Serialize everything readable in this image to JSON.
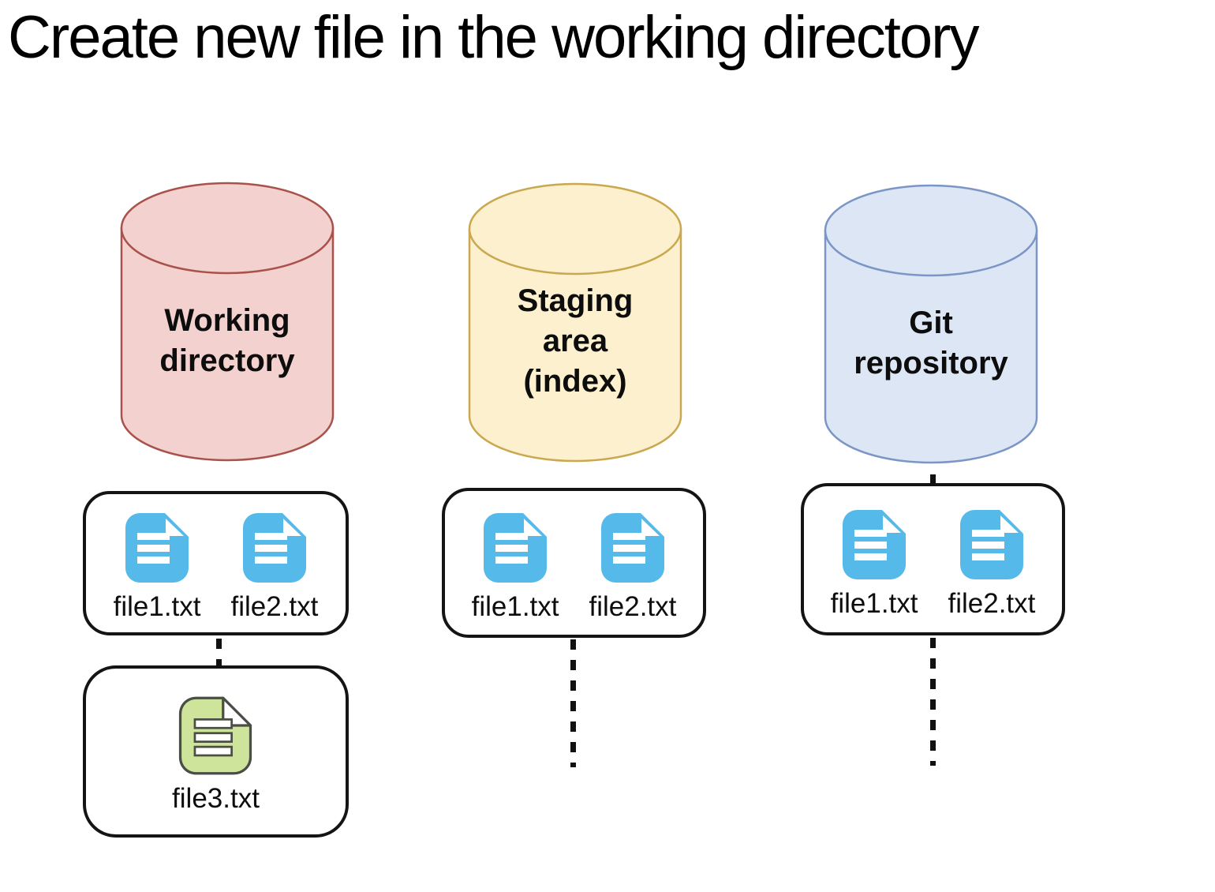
{
  "title": "Create new file in the working directory",
  "cylinders": [
    {
      "name": "Working directory",
      "lines": [
        "Working",
        "directory"
      ],
      "fill": "#F3D1CE",
      "stroke": "#A8524B"
    },
    {
      "name": "Staging area (index)",
      "lines": [
        "Staging",
        "area",
        "(index)"
      ],
      "fill": "#FCF0CE",
      "stroke": "#C9A84F"
    },
    {
      "name": "Git repository",
      "lines": [
        "Git",
        "repository"
      ],
      "fill": "#DCE6F5",
      "stroke": "#7B96C6"
    }
  ],
  "boxes": {
    "working": {
      "files": [
        {
          "label": "file1.txt",
          "icon": "blue-document-icon"
        },
        {
          "label": "file2.txt",
          "icon": "blue-document-icon"
        }
      ]
    },
    "staging": {
      "files": [
        {
          "label": "file1.txt",
          "icon": "blue-document-icon"
        },
        {
          "label": "file2.txt",
          "icon": "blue-document-icon"
        }
      ]
    },
    "repository": {
      "files": [
        {
          "label": "file1.txt",
          "icon": "blue-document-icon"
        },
        {
          "label": "file2.txt",
          "icon": "blue-document-icon"
        }
      ]
    },
    "new_file": {
      "files": [
        {
          "label": "file3.txt",
          "icon": "green-document-icon"
        }
      ]
    }
  },
  "icon_colors": {
    "document_blue": "#55B9E9",
    "document_green_fill": "#CFE49B",
    "document_green_stroke": "#4A4E44"
  },
  "connector_color": "#111111",
  "box_border_color": "#141414"
}
